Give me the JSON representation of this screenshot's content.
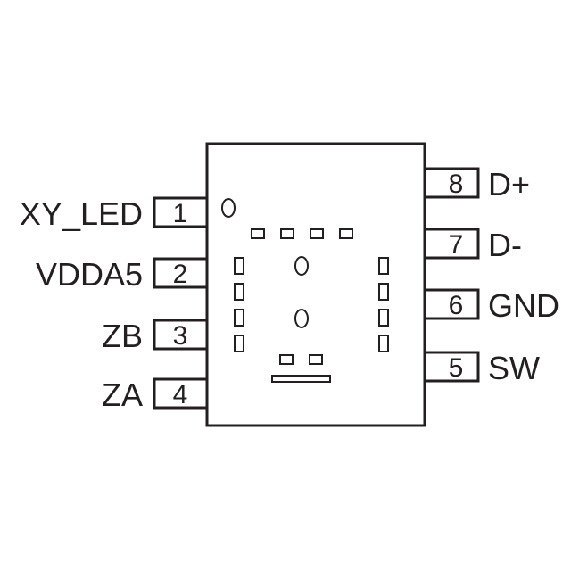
{
  "colors": {
    "line": "#231f20",
    "background": "#ffffff"
  },
  "left_pins": [
    {
      "number": "1",
      "label": "XY_LED"
    },
    {
      "number": "2",
      "label": "VDDA5"
    },
    {
      "number": "3",
      "label": "ZB"
    },
    {
      "number": "4",
      "label": "ZA"
    }
  ],
  "right_pins": [
    {
      "number": "8",
      "label": "D+"
    },
    {
      "number": "7",
      "label": "D-"
    },
    {
      "number": "6",
      "label": "GND"
    },
    {
      "number": "5",
      "label": "SW"
    }
  ]
}
